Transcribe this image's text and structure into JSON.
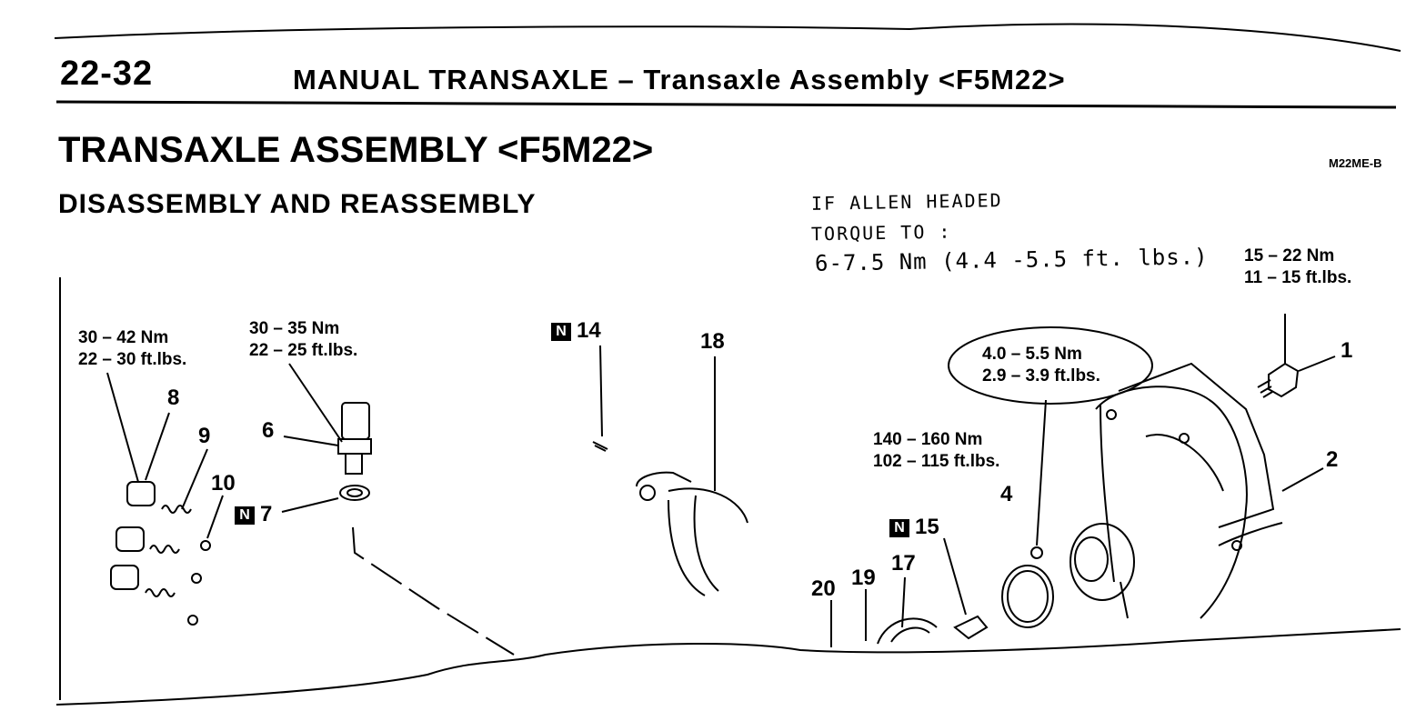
{
  "header": {
    "page_number": "22-32",
    "section": "MANUAL TRANSAXLE",
    "dash": "–",
    "section_sub": "Transaxle Assembly <F5M22>"
  },
  "title": "TRANSAXLE ASSEMBLY <F5M22>",
  "figure_code": "M22ME-B",
  "subtitle": "DISASSEMBLY AND REASSEMBLY",
  "handwritten_note": {
    "line1": "IF ALLEN HEADED",
    "line2": "TORQUE TO :",
    "line3": "6-7.5 Nm (4.4 -5.5 ft. lbs.)"
  },
  "torque_specs": {
    "t1": {
      "nm": "15 – 22 Nm",
      "ftlb": "11 – 15 ft.lbs."
    },
    "t8": {
      "nm": "30 – 42 Nm",
      "ftlb": "22 – 30 ft.lbs."
    },
    "t6": {
      "nm": "30 – 35 Nm",
      "ftlb": "22 – 25 ft.lbs."
    },
    "t4": {
      "nm": "4.0 – 5.5 Nm",
      "ftlb": "2.9 – 3.9 ft.lbs."
    },
    "t15": {
      "nm": "140 – 160 Nm",
      "ftlb": "102 – 115 ft.lbs."
    }
  },
  "replace_marker": "N",
  "part_numbers": {
    "p1": "1",
    "p2": "2",
    "p4": "4",
    "p6": "6",
    "p7": "7",
    "p8": "8",
    "p9": "9",
    "p10": "10",
    "p14": "14",
    "p15": "15",
    "p17": "17",
    "p18": "18",
    "p19": "19",
    "p20": "20"
  }
}
